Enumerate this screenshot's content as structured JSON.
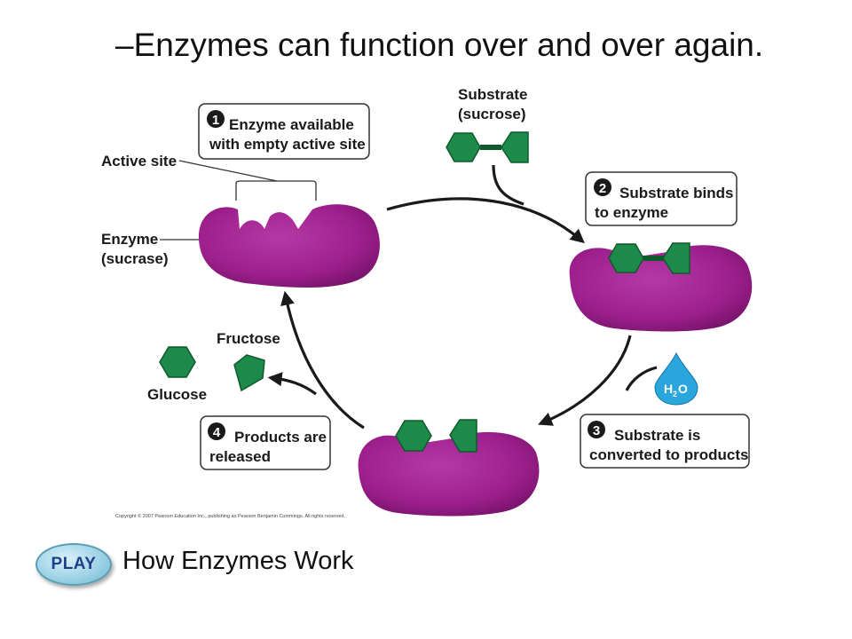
{
  "slide": {
    "title": "–Enzymes can function over and over again."
  },
  "diagram": {
    "step1": {
      "number": "1",
      "line1": "Enzyme available",
      "line2": "with empty active site"
    },
    "step2": {
      "number": "2",
      "line1": "Substrate binds",
      "line2": "to enzyme"
    },
    "step3": {
      "number": "3",
      "line1": "Substrate is",
      "line2": "converted to products"
    },
    "step4": {
      "number": "4",
      "line1": "Products are",
      "line2": "released"
    },
    "active_site_label": "Active site",
    "enzyme_label_line1": "Enzyme",
    "enzyme_label_line2": "(sucrase)",
    "substrate_label_line1": "Substrate",
    "substrate_label_line2": "(sucrose)",
    "fructose_label": "Fructose",
    "glucose_label": "Glucose",
    "water_label": "H",
    "water_subscript": "2",
    "water_suffix": "O",
    "colors": {
      "enzyme": "#9c1f8c",
      "substrate": "#1e8a4a",
      "water": "#2aa6dc"
    }
  },
  "copyright": "Copyright © 2007 Pearson Education Inc., publishing as Pearson Benjamin Cummings. All rights reserved.",
  "play_button": {
    "label": "PLAY",
    "caption": "How Enzymes Work"
  }
}
